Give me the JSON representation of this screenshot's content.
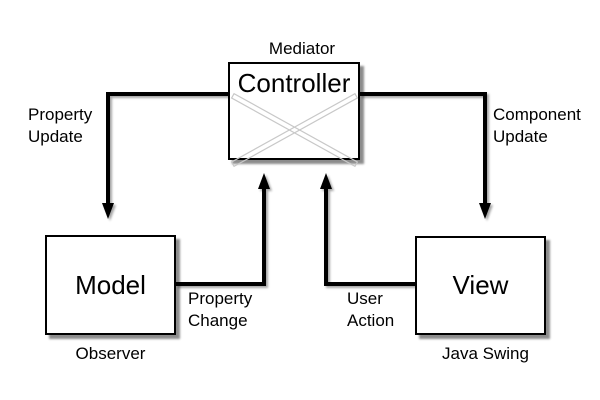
{
  "nodes": {
    "controller": {
      "label": "Controller",
      "annotation": "Mediator"
    },
    "model": {
      "label": "Model",
      "annotation": "Observer"
    },
    "view": {
      "label": "View",
      "annotation": "Java Swing"
    }
  },
  "edges": {
    "property_update": {
      "from": "Controller",
      "to": "Model",
      "lines": [
        "Property",
        "Update"
      ]
    },
    "component_update": {
      "from": "Controller",
      "to": "View",
      "lines": [
        "Component",
        "Update"
      ]
    },
    "property_change": {
      "from": "Model",
      "to": "Controller",
      "lines": [
        "Property",
        "Change"
      ]
    },
    "user_action": {
      "from": "View",
      "to": "Controller",
      "lines": [
        "User",
        "Action"
      ]
    }
  },
  "colors": {
    "background": "#ffffff",
    "box_fill": "#ffffff",
    "box_border": "#000000",
    "arrow": "#000000",
    "cross": "#c8c8c8",
    "text": "#000000"
  }
}
